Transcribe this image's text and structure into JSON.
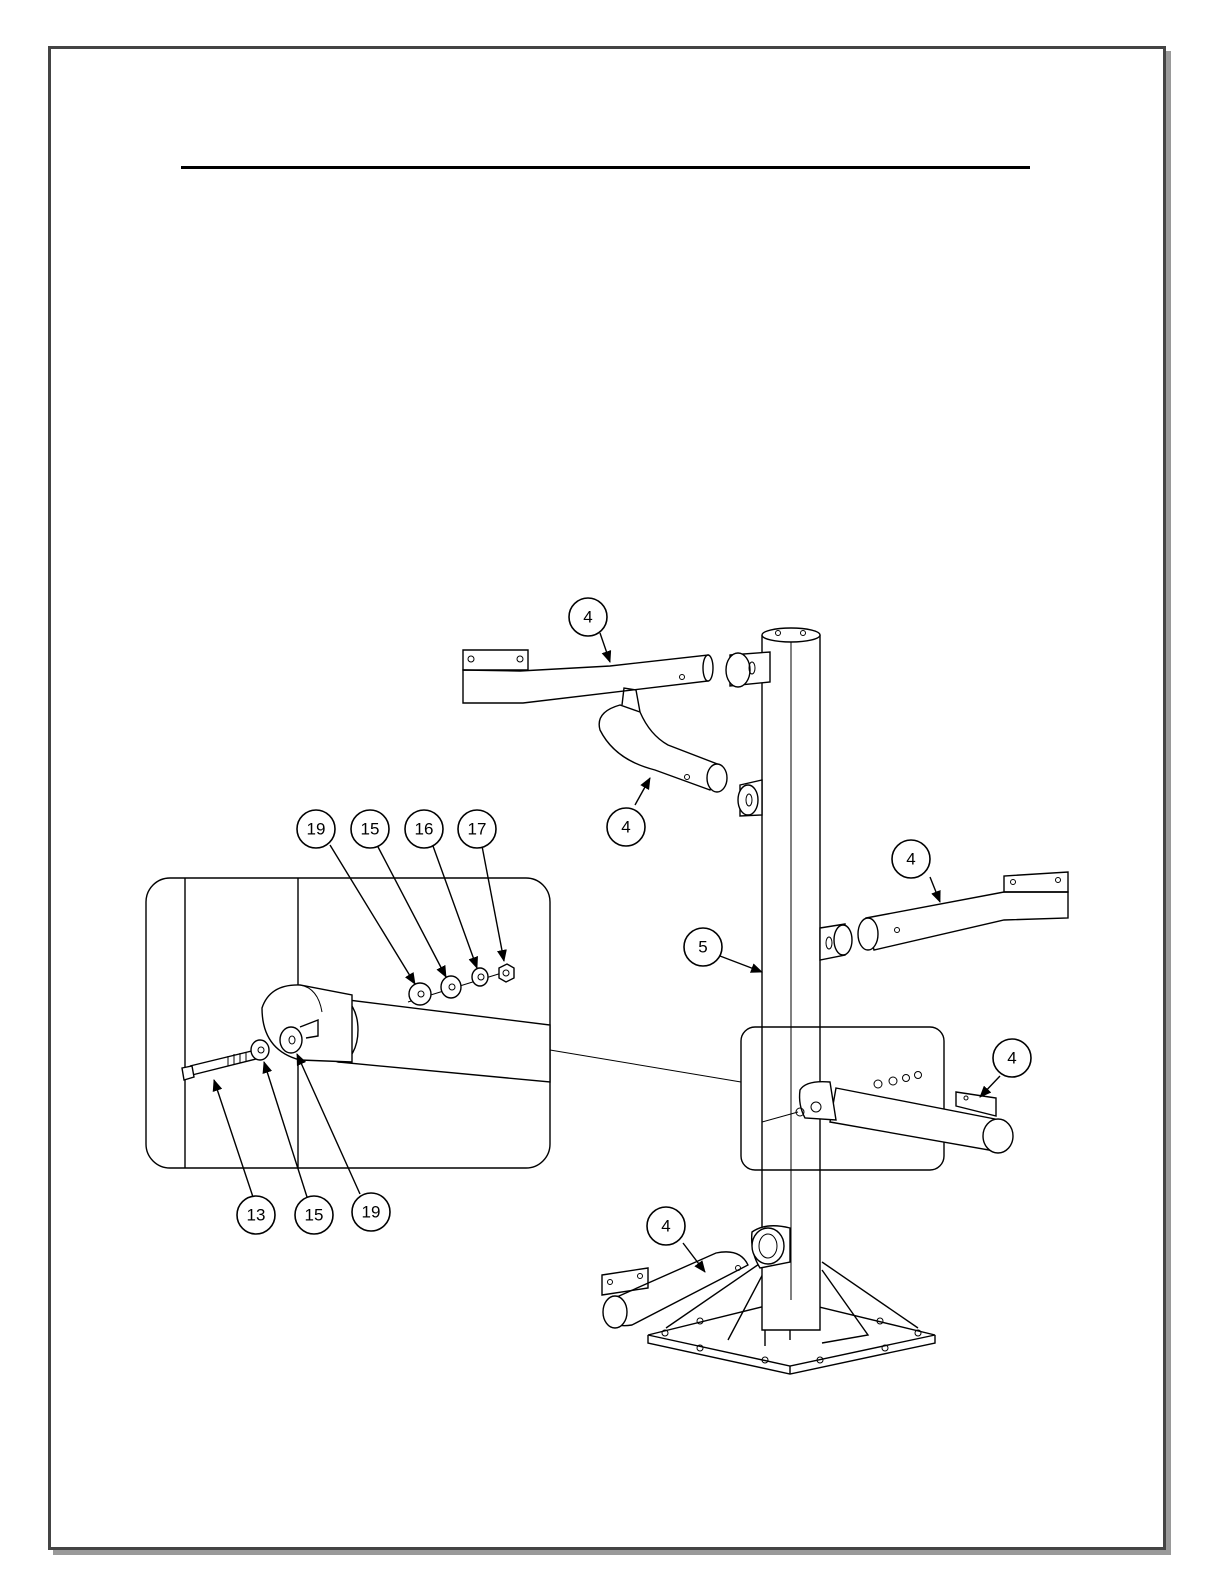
{
  "colors": {
    "frame": "#444444",
    "shadow": "#9a9a9a",
    "ink": "#000000",
    "paper": "#ffffff"
  },
  "callouts": [
    {
      "id": "upper-arm",
      "label": "4"
    },
    {
      "id": "second-arm",
      "label": "4"
    },
    {
      "id": "right-arm",
      "label": "4"
    },
    {
      "id": "post",
      "label": "5"
    },
    {
      "id": "detail-arm",
      "label": "4"
    },
    {
      "id": "bottom-arm",
      "label": "4"
    },
    {
      "id": "washer-top",
      "label": "19"
    },
    {
      "id": "lock-washer-top",
      "label": "15"
    },
    {
      "id": "flat-washer",
      "label": "16"
    },
    {
      "id": "nut",
      "label": "17"
    },
    {
      "id": "bolt",
      "label": "13"
    },
    {
      "id": "lock-washer-bottom",
      "label": "15"
    },
    {
      "id": "washer-bottom",
      "label": "19"
    }
  ]
}
